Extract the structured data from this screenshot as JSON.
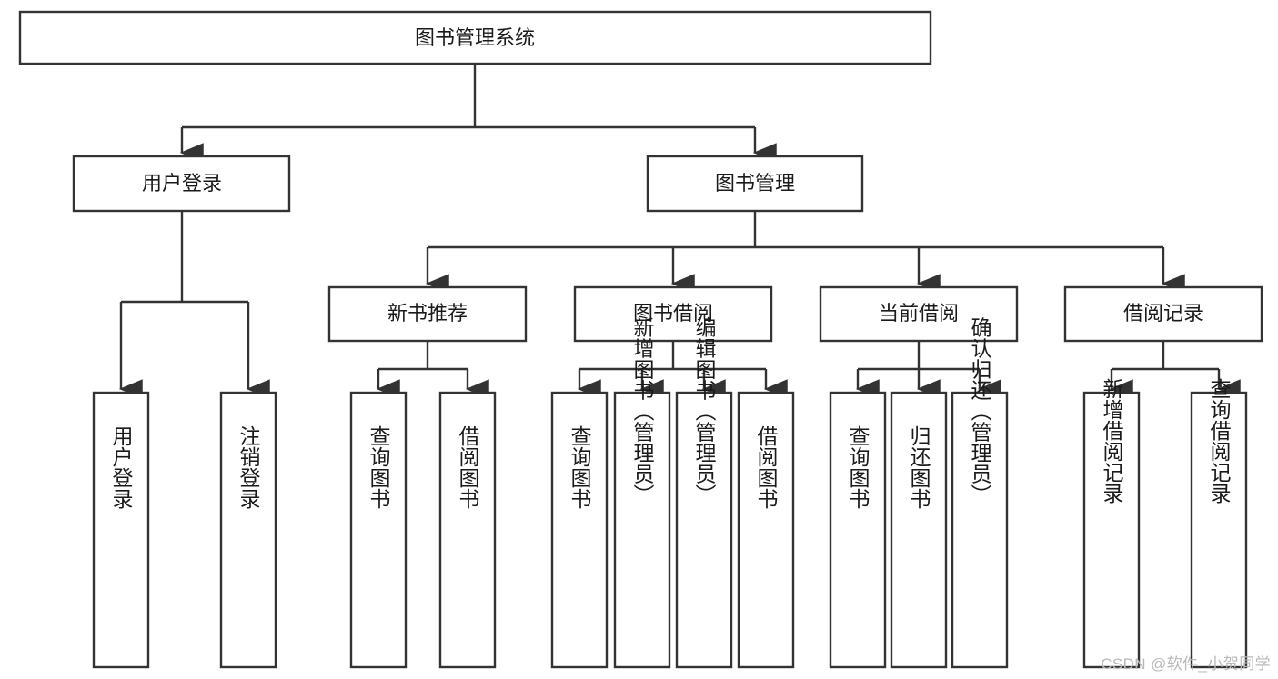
{
  "diagram": {
    "type": "tree-hierarchy-chart",
    "title": "图书管理系统",
    "watermark": "CSDN @软件_小贺同学",
    "colors": {
      "box_stroke": "#333333",
      "box_fill": "#ffffff",
      "text": "#1a1a1a",
      "background": "#ffffff",
      "watermark": "#b9b9b9"
    },
    "levels": {
      "root": {
        "label": "图书管理系统"
      },
      "level2": [
        {
          "label": "用户登录"
        },
        {
          "label": "图书管理"
        }
      ],
      "level3": [
        {
          "label": "新书推荐"
        },
        {
          "label": "图书借阅"
        },
        {
          "label": "当前借阅"
        },
        {
          "label": "借阅记录"
        }
      ],
      "leaves": [
        {
          "label": "用户登录"
        },
        {
          "label": "注销登录"
        },
        {
          "label": "查询图书"
        },
        {
          "label": "借阅图书"
        },
        {
          "label": "查询图书"
        },
        {
          "label": "新增图书（管理员）"
        },
        {
          "label": "编辑图书（管理员）"
        },
        {
          "label": "借阅图书"
        },
        {
          "label": "查询图书"
        },
        {
          "label": "归还图书"
        },
        {
          "label": "确认归还（管理员）"
        },
        {
          "label": "新增借阅记录"
        },
        {
          "label": "查询借阅记录"
        }
      ]
    },
    "tree": {
      "name": "图书管理系统",
      "children": [
        {
          "name": "用户登录",
          "children": [
            {
              "name": "用户登录"
            },
            {
              "name": "注销登录"
            }
          ]
        },
        {
          "name": "图书管理",
          "children": [
            {
              "name": "新书推荐",
              "children": [
                {
                  "name": "查询图书"
                },
                {
                  "name": "借阅图书"
                }
              ]
            },
            {
              "name": "图书借阅",
              "children": [
                {
                  "name": "查询图书"
                },
                {
                  "name": "新增图书（管理员）"
                },
                {
                  "name": "编辑图书（管理员）"
                },
                {
                  "name": "借阅图书"
                }
              ]
            },
            {
              "name": "当前借阅",
              "children": [
                {
                  "name": "查询图书"
                },
                {
                  "name": "归还图书"
                },
                {
                  "name": "确认归还（管理员）"
                }
              ]
            },
            {
              "name": "借阅记录",
              "children": [
                {
                  "name": "新增借阅记录"
                },
                {
                  "name": "查询借阅记录"
                }
              ]
            }
          ]
        }
      ]
    }
  }
}
